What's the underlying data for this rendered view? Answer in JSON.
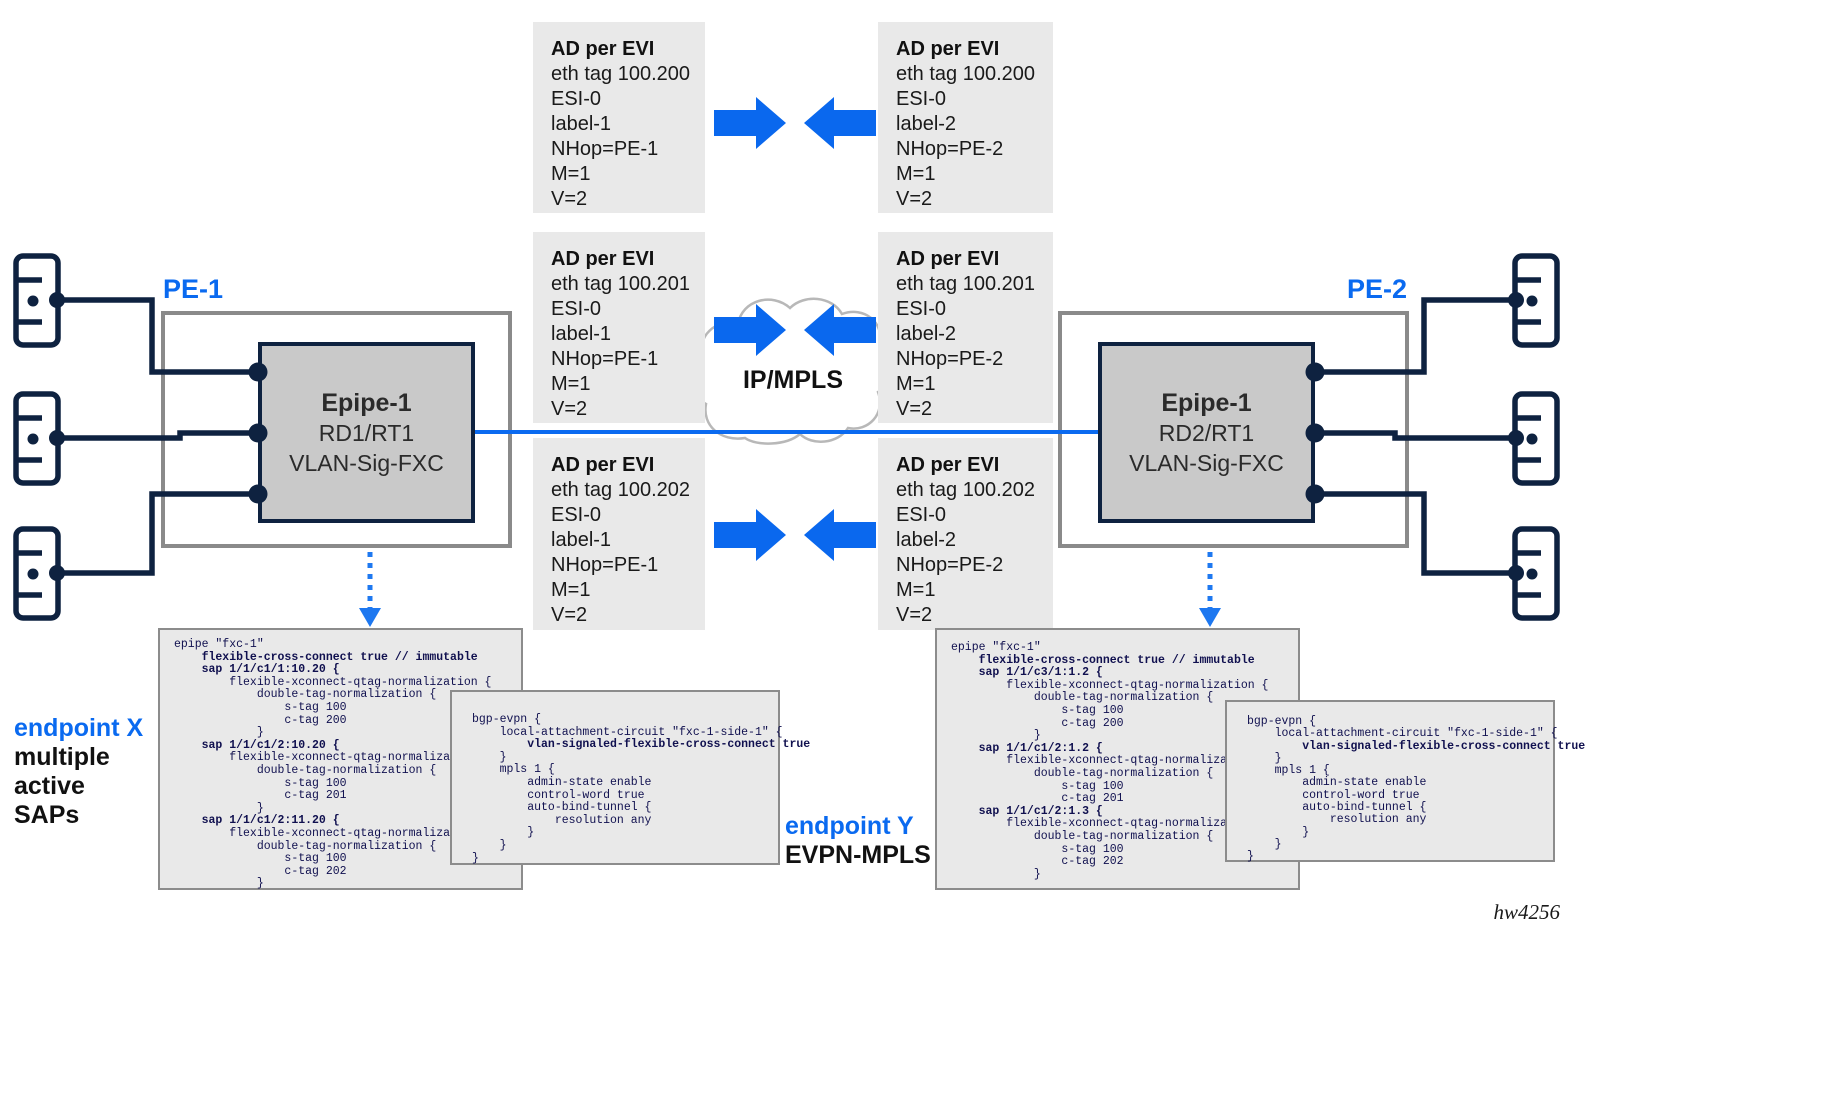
{
  "colors": {
    "accent_blue": "#0a6af0",
    "dotted_arrow_blue": "#1e78f0",
    "navy": "#0e2240",
    "ad_box_bg": "#e9e9e9",
    "epipe_fill": "#c9c9c9",
    "pe_border_gray": "#8a8a8a",
    "code_text": "#10104f",
    "cloud_stroke": "#b8b8b8"
  },
  "cloud": {
    "label": "IP/MPLS"
  },
  "pe1": {
    "label": "PE-1",
    "epipe": {
      "title": "Epipe-1",
      "line2": "RD1/RT1",
      "line3": "VLAN-Sig-FXC"
    }
  },
  "pe2": {
    "label": "PE-2",
    "epipe": {
      "title": "Epipe-1",
      "line2": "RD2/RT1",
      "line3": "VLAN-Sig-FXC"
    }
  },
  "ad_routes": {
    "left": [
      {
        "lines": [
          {
            "t": "AD per EVI",
            "b": 1
          },
          {
            "t": "eth tag 100.200"
          },
          {
            "t": "ESI-0"
          },
          {
            "t": "label-1"
          },
          {
            "t": "NHop=PE-1"
          },
          {
            "t": "M=1"
          },
          {
            "t": "V=2"
          }
        ]
      },
      {
        "lines": [
          {
            "t": "AD per EVI",
            "b": 1
          },
          {
            "t": "eth tag 100.201"
          },
          {
            "t": "ESI-0"
          },
          {
            "t": "label-1"
          },
          {
            "t": "NHop=PE-1"
          },
          {
            "t": "M=1"
          },
          {
            "t": "V=2"
          }
        ]
      },
      {
        "lines": [
          {
            "t": "AD per EVI",
            "b": 1
          },
          {
            "t": "eth tag 100.202"
          },
          {
            "t": "ESI-0"
          },
          {
            "t": "label-1"
          },
          {
            "t": "NHop=PE-1"
          },
          {
            "t": "M=1"
          },
          {
            "t": "V=2"
          }
        ]
      }
    ],
    "right": [
      {
        "lines": [
          {
            "t": "AD per EVI",
            "b": 1
          },
          {
            "t": "eth tag 100.200"
          },
          {
            "t": "ESI-0"
          },
          {
            "t": "label-2"
          },
          {
            "t": "NHop=PE-2"
          },
          {
            "t": "M=1"
          },
          {
            "t": "V=2"
          }
        ]
      },
      {
        "lines": [
          {
            "t": "AD per EVI",
            "b": 1
          },
          {
            "t": "eth tag 100.201"
          },
          {
            "t": "ESI-0"
          },
          {
            "t": "label-2"
          },
          {
            "t": "NHop=PE-2"
          },
          {
            "t": "M=1"
          },
          {
            "t": "V=2"
          }
        ]
      },
      {
        "lines": [
          {
            "t": "AD per EVI",
            "b": 1
          },
          {
            "t": "eth tag 100.202"
          },
          {
            "t": "ESI-0"
          },
          {
            "t": "label-2"
          },
          {
            "t": "NHop=PE-2"
          },
          {
            "t": "M=1"
          },
          {
            "t": "V=2"
          }
        ]
      }
    ]
  },
  "configs": {
    "pe1_epipe": {
      "lines": [
        {
          "t": "epipe \"fxc-1\""
        },
        {
          "t": "    flexible-cross-connect true // immutable",
          "b": 1
        },
        {
          "t": "    sap 1/1/c1/1:10.20 {",
          "b": 1
        },
        {
          "t": "        flexible-xconnect-qtag-normalization {"
        },
        {
          "t": "            double-tag-normalization {"
        },
        {
          "t": "                s-tag 100"
        },
        {
          "t": "                c-tag 200"
        },
        {
          "t": "            }"
        },
        {
          "t": "    sap 1/1/c1/2:10.20 {",
          "b": 1
        },
        {
          "t": "        flexible-xconnect-qtag-normalization {"
        },
        {
          "t": "            double-tag-normalization {"
        },
        {
          "t": "                s-tag 100"
        },
        {
          "t": "                c-tag 201"
        },
        {
          "t": "            }"
        },
        {
          "t": "    sap 1/1/c1/2:11.20 {",
          "b": 1
        },
        {
          "t": "        flexible-xconnect-qtag-normalization {"
        },
        {
          "t": "            double-tag-normalization {"
        },
        {
          "t": "                s-tag 100"
        },
        {
          "t": "                c-tag 202"
        },
        {
          "t": "            }"
        }
      ]
    },
    "pe2_epipe": {
      "lines": [
        {
          "t": "epipe \"fxc-1\""
        },
        {
          "t": "    flexible-cross-connect true // immutable",
          "b": 1
        },
        {
          "t": "    sap 1/1/c3/1:1.2 {",
          "b": 1
        },
        {
          "t": "        flexible-xconnect-qtag-normalization {"
        },
        {
          "t": "            double-tag-normalization {"
        },
        {
          "t": "                s-tag 100"
        },
        {
          "t": "                c-tag 200"
        },
        {
          "t": "            }"
        },
        {
          "t": "    sap 1/1/c1/2:1.2 {",
          "b": 1
        },
        {
          "t": "        flexible-xconnect-qtag-normalization {"
        },
        {
          "t": "            double-tag-normalization {"
        },
        {
          "t": "                s-tag 100"
        },
        {
          "t": "                c-tag 201"
        },
        {
          "t": "    sap 1/1/c1/2:1.3 {",
          "b": 1
        },
        {
          "t": "        flexible-xconnect-qtag-normalization {"
        },
        {
          "t": "            double-tag-normalization {"
        },
        {
          "t": "                s-tag 100"
        },
        {
          "t": "                c-tag 202"
        },
        {
          "t": "            }"
        }
      ]
    },
    "pe1_bgp": {
      "lines": [
        {
          "t": "bgp-evpn {"
        },
        {
          "t": "    local-attachment-circuit \"fxc-1-side-1\" {"
        },
        {
          "t": "        vlan-signaled-flexible-cross-connect true",
          "b": 1
        },
        {
          "t": "    }"
        },
        {
          "t": "    mpls 1 {"
        },
        {
          "t": "        admin-state enable"
        },
        {
          "t": "        control-word true"
        },
        {
          "t": "        auto-bind-tunnel {"
        },
        {
          "t": "            resolution any"
        },
        {
          "t": "        }"
        },
        {
          "t": "    }"
        },
        {
          "t": "}"
        }
      ]
    },
    "pe2_bgp": {
      "lines": [
        {
          "t": "bgp-evpn {"
        },
        {
          "t": "    local-attachment-circuit \"fxc-1-side-1\" {"
        },
        {
          "t": "        vlan-signaled-flexible-cross-connect true",
          "b": 1
        },
        {
          "t": "    }"
        },
        {
          "t": "    mpls 1 {"
        },
        {
          "t": "        admin-state enable"
        },
        {
          "t": "        control-word true"
        },
        {
          "t": "        auto-bind-tunnel {"
        },
        {
          "t": "            resolution any"
        },
        {
          "t": "        }"
        },
        {
          "t": "    }"
        },
        {
          "t": "}"
        }
      ]
    }
  },
  "annotations": {
    "endpoint_x": {
      "title": "endpoint X",
      "lines": [
        {
          "t": "multiple"
        },
        {
          "t": "active"
        },
        {
          "t": "SAPs"
        }
      ]
    },
    "endpoint_y": {
      "title": "endpoint Y",
      "subtitle": "EVPN-MPLS"
    },
    "figure_id": "hw4256"
  }
}
